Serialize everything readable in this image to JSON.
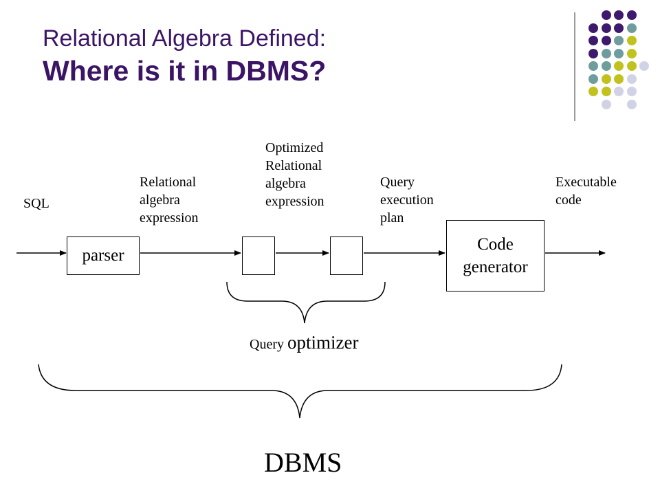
{
  "slide": {
    "title_line1": "Relational Algebra Defined:",
    "title_line2": "Where is it in DBMS?"
  },
  "labels": {
    "sql": "SQL",
    "rel_expr": [
      "Relational",
      "algebra",
      "expression"
    ],
    "opt_expr": [
      "Optimized",
      "Relational",
      "algebra",
      "expression"
    ],
    "qep": [
      "Query",
      "execution",
      "plan"
    ],
    "exec": [
      "Executable",
      "code"
    ]
  },
  "boxes": {
    "parser": "parser",
    "codegen": [
      "Code",
      "generator"
    ]
  },
  "query_optimizer": {
    "small": "Query ",
    "big": "optimizer"
  },
  "dbms": "DBMS",
  "colors": {
    "title": "#3b1466",
    "dot_purple": "#3d1a6e",
    "dot_teal": "#6f9c9c",
    "dot_olive": "#c2c21f",
    "dot_lavender": "#d2d2e6"
  }
}
